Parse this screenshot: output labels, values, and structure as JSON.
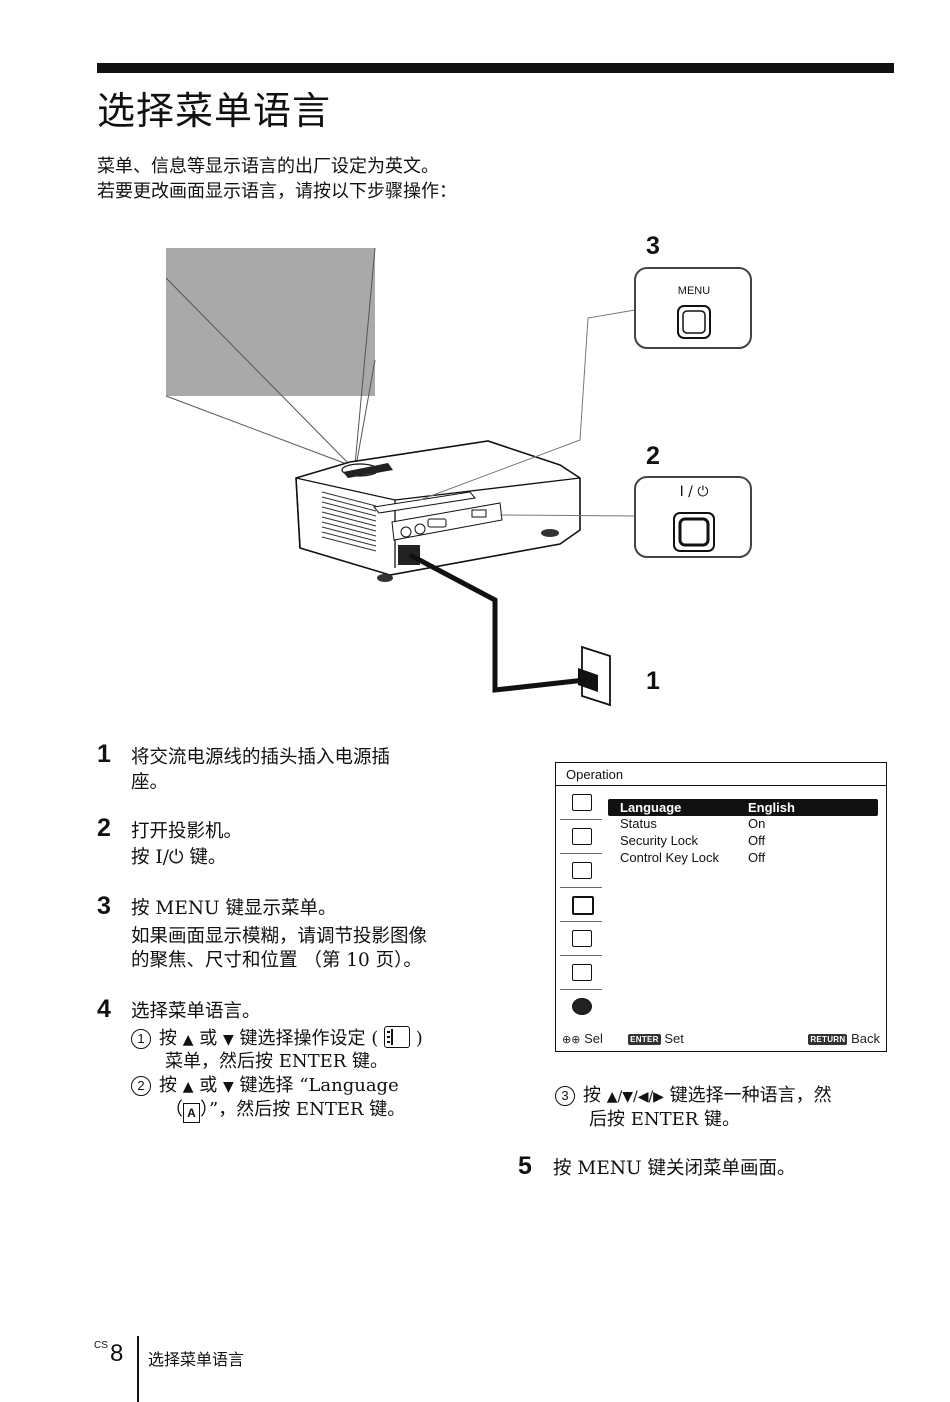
{
  "header": {
    "title": "选择菜单语言"
  },
  "intro": {
    "line1": "菜单、信息等显示语言的出厂设定为英文。",
    "line2": "若要更改画面显示语言，请按以下步骤操作："
  },
  "illustration": {
    "callouts": [
      "3",
      "2",
      "1"
    ],
    "menu_button_label": "MENU",
    "power_button_label": "I / ⏻"
  },
  "steps": {
    "s1": {
      "num": "1",
      "line1": "将交流电源线的插头插入电源插",
      "line2": "座。"
    },
    "s2": {
      "num": "2",
      "line1": "打开投影机。",
      "line2": "按 I/⏻ 键。"
    },
    "s3": {
      "num": "3",
      "line1": "按 MENU 键显示菜单。",
      "line2": "如果画面显示模糊，请调节投影图像",
      "line3": "的聚焦、尺寸和位置 （第 10 页）。"
    },
    "s4": {
      "num": "4",
      "line1": "选择菜单语言。",
      "sub1": {
        "mark": "1",
        "a": "按",
        "b": "或",
        "c": "键选择操作设定 (",
        "d": ")",
        "line2": "菜单，然后按 ENTER 键。"
      },
      "sub2": {
        "mark": "2",
        "a": "按",
        "b": "或",
        "c": "键选择 “Language",
        "line2a": "（",
        "line2b": "）”，然后按 ENTER 键。"
      }
    },
    "s4_3": {
      "mark": "3",
      "a": "按",
      "c": "键选择一种语言，然",
      "line2": "后按 ENTER 键。"
    },
    "s5": {
      "num": "5",
      "line1": "按 MENU 键关闭菜单画面。"
    }
  },
  "menu_screen": {
    "title": "Operation",
    "rows": [
      {
        "key": "Language",
        "value": "English"
      },
      {
        "key": "Status",
        "value": "On"
      },
      {
        "key": "Security Lock",
        "value": "Off"
      },
      {
        "key": "Control Key Lock",
        "value": "Off"
      }
    ],
    "bottom": {
      "sel": "Sel",
      "enter_tag": "ENTER",
      "set": "Set",
      "return_tag": "RETURN",
      "back": "Back"
    }
  },
  "footer": {
    "prefix": "CS",
    "page": "8",
    "title": "选择菜单语言"
  }
}
